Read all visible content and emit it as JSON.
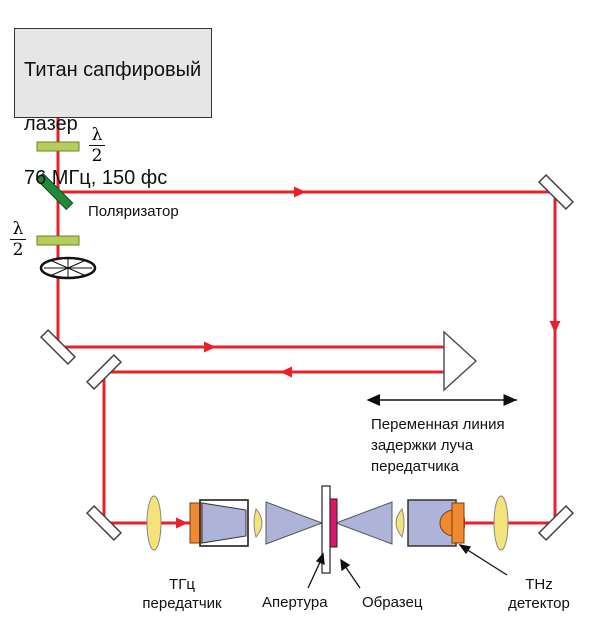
{
  "laser": {
    "line1": "Титан сапфировый",
    "line2": "лазер",
    "line3": "76 МГц, 150 фс"
  },
  "waveplate_top": {
    "num": "λ",
    "den": "2"
  },
  "waveplate_bottom": {
    "num": "λ",
    "den": "2"
  },
  "polarizer_label": "Поляризатор",
  "delay_line_label": "Переменная линия\nзадержки луча\nпередатчика",
  "emitter_label": "ТГц\nпередатчик",
  "aperture_label": "Апертура",
  "sample_label": "Образец",
  "detector_label": "THz\nдетектор",
  "colors": {
    "beam": "#e8202a",
    "waveplate": "#b5cd5a",
    "polarizer": "#1f8a3a",
    "lens": "#f4e27a",
    "antenna": "#f08a32",
    "cone": "#aeb3d9",
    "sample": "#d91a6a"
  }
}
